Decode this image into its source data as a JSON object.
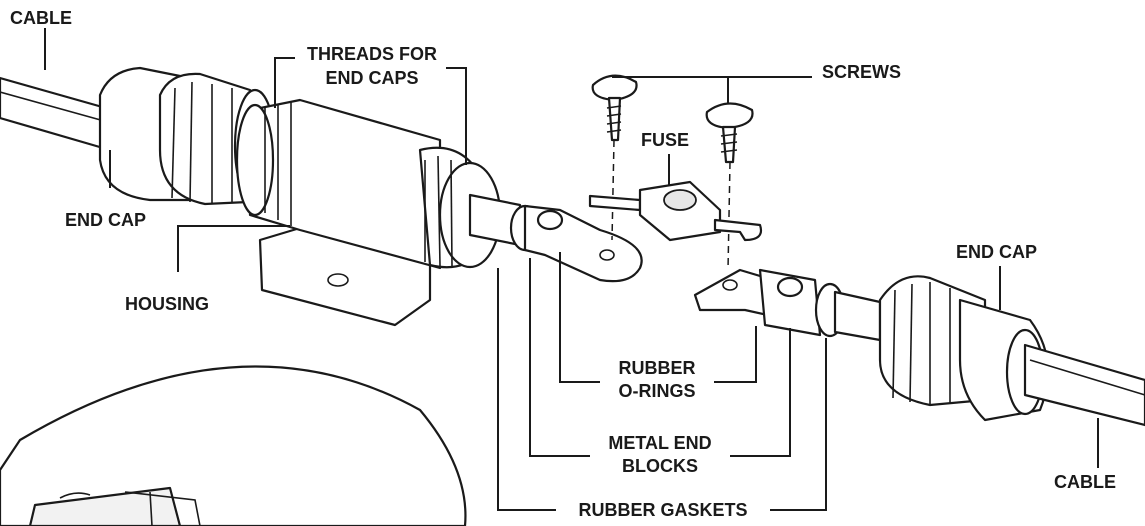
{
  "labels": {
    "cable_left": "CABLE",
    "threads_line1": "THREADS FOR",
    "threads_line2": "END CAPS",
    "screws": "SCREWS",
    "fuse": "FUSE",
    "end_cap_left": "END CAP",
    "housing": "HOUSING",
    "end_cap_right": "END CAP",
    "rubber_orings_line1": "RUBBER",
    "rubber_orings_line2": "O-RINGS",
    "metal_blocks_line1": "METAL END",
    "metal_blocks_line2": "BLOCKS",
    "rubber_gaskets": "RUBBER GASKETS",
    "cable_right": "CABLE"
  },
  "colors": {
    "ink": "#1a1a1a",
    "paper": "#ffffff"
  }
}
